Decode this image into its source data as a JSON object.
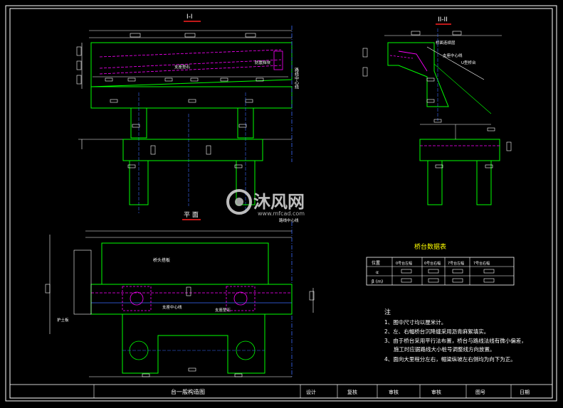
{
  "views": {
    "section_1_label": "I-I",
    "section_2_label": "II-II",
    "plan_label": "平 面",
    "road_center_text": "路线中心线",
    "plan_center_label": "路线中心线",
    "bearing_pad_label": "支座垫石",
    "anti_seismic_label": "防震挡块",
    "bearing_center_label": "支座中心线",
    "bridge_head_slab_label": "桥头搭板",
    "plan_bearing_center_label": "支座中心线",
    "plan_pad_label": "支座垫石",
    "curb_label": "护土板",
    "ii_top_label": "桥面连续层",
    "ii_bearing_label": "支座中心线",
    "ii_slab_label": "U型桥台"
  },
  "table": {
    "title": "桥台数据表",
    "headers": [
      "位置",
      "0号台左幅",
      "0号台右幅",
      "7号台左幅",
      "7号台右幅"
    ],
    "rows": [
      {
        "label": "α"
      },
      {
        "label": "β (m)"
      }
    ]
  },
  "notes": {
    "heading": "注",
    "items": [
      "1、图中尺寸均以厘米计。",
      "2、左、右幅桥台沉降缝采用沥青麻絮填实。",
      "3、由于桥台采用平行法布置，桥台与路线法线有微小偏差，",
      "施工时应据路线大小桩号调整线方向放置。",
      "4、面向大里程分左右，帽梁纵坡左右侧均为向下为正。"
    ]
  },
  "title_block": {
    "drawing_title": "台一般构造图",
    "design": "设计",
    "review": "复核",
    "check": "审核",
    "approve": "审核",
    "drawing_no": "图号",
    "date": "日期"
  },
  "watermark": {
    "cn": "沐风网",
    "url": "www.mfcad.com"
  },
  "colors": {
    "background": "#000000",
    "green": "#00ff00",
    "magenta": "#ff00ff",
    "white": "#ffffff",
    "yellow": "#ffff00",
    "blue": "#3a6bff",
    "cyan": "#00ffff",
    "red": "#ff2020"
  }
}
